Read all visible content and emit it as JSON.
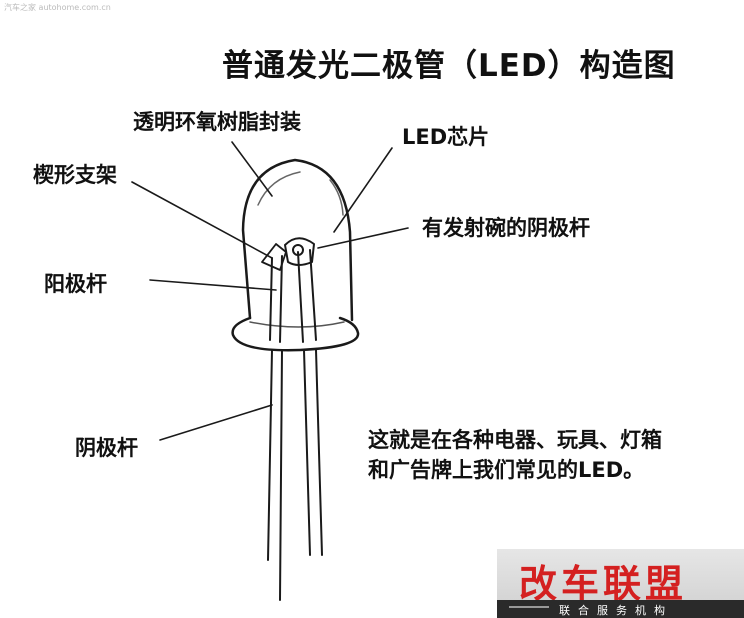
{
  "watermark": "汽车之家 autohome.com.cn",
  "title": "普通发光二极管（LED）构造图",
  "labels": {
    "epoxy": "透明环氧树脂封装",
    "chip": "LED芯片",
    "wedge": "楔形支架",
    "cathode_cup": "有发射碗的阴极杆",
    "anode": "阳极杆",
    "cathode": "阴极杆"
  },
  "note": {
    "line1": "这就是在各种电器、玩具、灯箱",
    "line2": "和广告牌上我们常见的LED。"
  },
  "brand": {
    "name": "改车联盟",
    "tagline": "联合服务机构"
  }
}
